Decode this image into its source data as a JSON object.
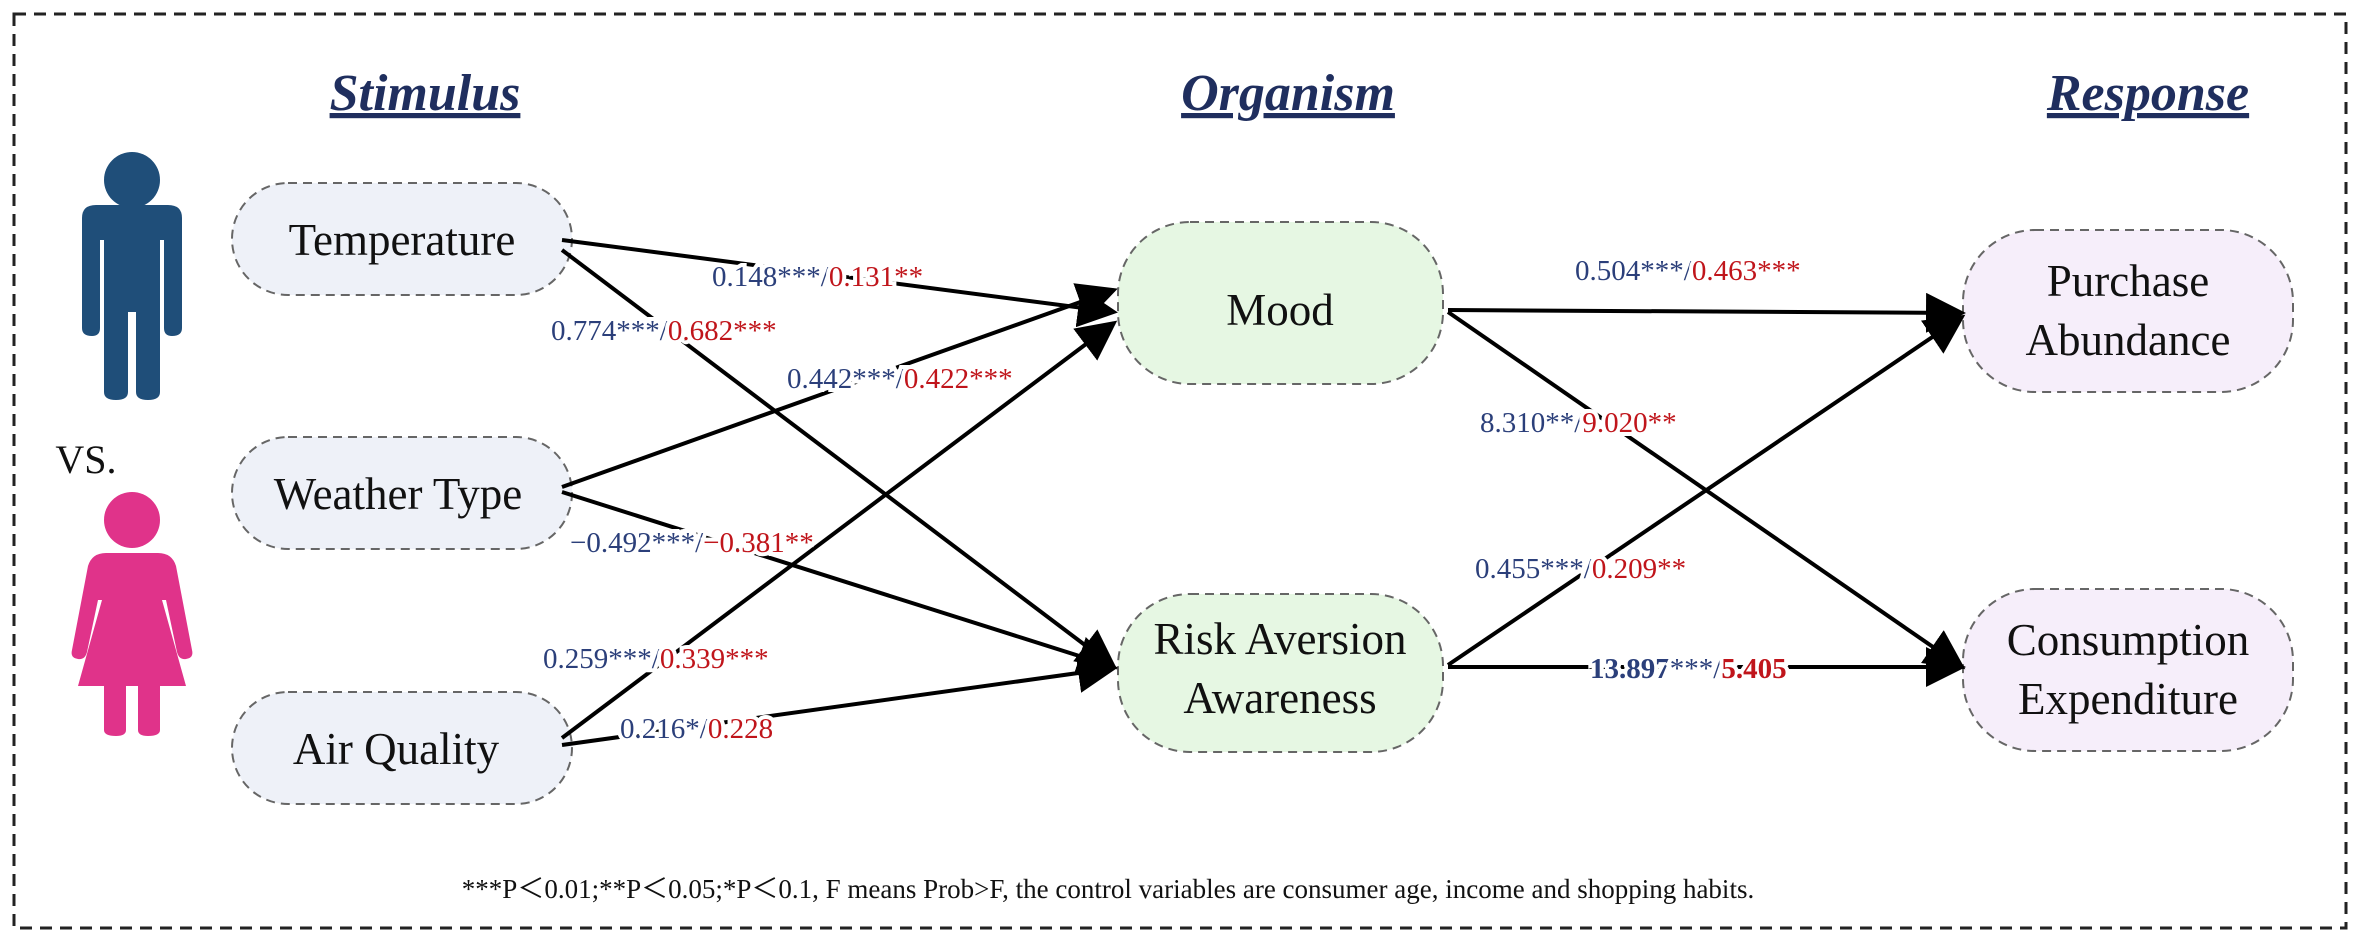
{
  "headers": {
    "stimulus": "Stimulus",
    "organism": "Organism",
    "response": "Response"
  },
  "vs_label": "VS.",
  "nodes": {
    "temperature": "Temperature",
    "weather_type": "Weather Type",
    "air_quality": "Air Quality",
    "mood": "Mood",
    "risk_line1": "Risk Aversion",
    "risk_line2": "Awareness",
    "purchase_line1": "Purchase",
    "purchase_line2": "Abundance",
    "consumption_line1": "Consumption",
    "consumption_line2": "Expenditure"
  },
  "paths": {
    "temp_mood": {
      "a": "0.148***/",
      "b": "0.131**"
    },
    "temp_risk": {
      "a": "0.774***/",
      "b": "0.682***"
    },
    "weather_mood": {
      "a": "0.442***/",
      "b": "0.422***"
    },
    "weather_risk": {
      "a": "−0.492***/",
      "b": "−0.381**"
    },
    "air_mood": {
      "a": "0.259***/",
      "b": "0.339***"
    },
    "air_risk": {
      "a": "0.216*/",
      "b": "0.228"
    },
    "mood_purchase": {
      "a": "0.504***/",
      "b": "0.463***"
    },
    "mood_consumption": {
      "a": "8.310**/",
      "b": "9.020**"
    },
    "risk_purchase": {
      "a": "0.455***/",
      "b": "0.209**"
    },
    "risk_consumption": {
      "a1": "13.897",
      "a2": "***/",
      "b": "5.405"
    }
  },
  "footnote": "***P＜0.01;**P＜0.05;*P＜0.1, F means Prob>F, the control variables are consumer age, income and shopping habits.",
  "colors": {
    "navy": "#1f2e5e",
    "coef_blue": "#2b3f7a",
    "coef_red": "#c0151b",
    "stimulus_fill": "#eef1f8",
    "organism_fill": "#e6f7e3",
    "response_fill": "#f6eefa",
    "male_icon": "#1f4e79",
    "female_icon": "#e0338a"
  }
}
